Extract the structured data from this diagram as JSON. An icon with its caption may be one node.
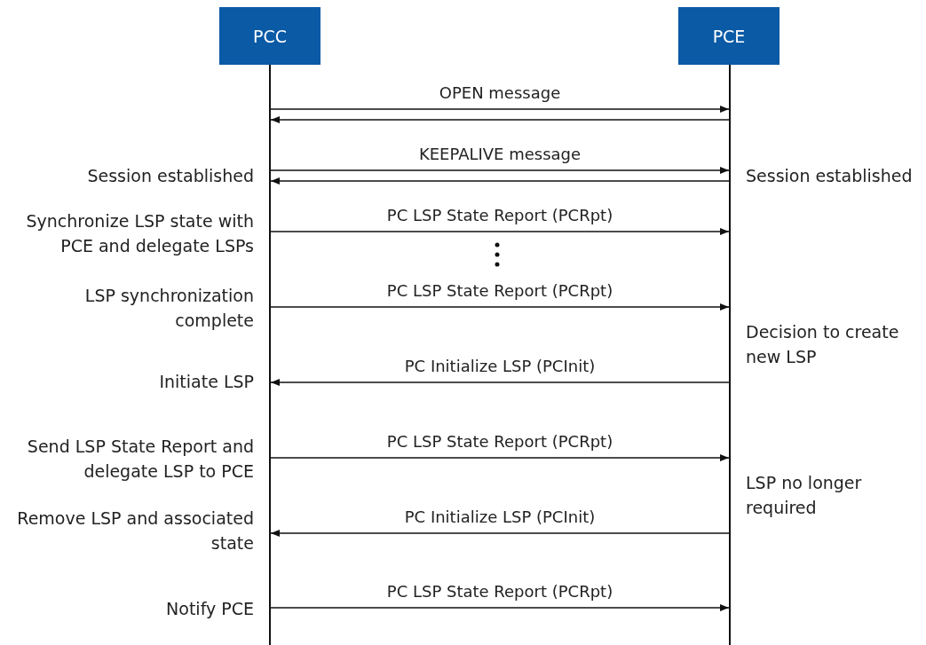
{
  "diagram": {
    "nodes": [
      {
        "text": [
          "PCC"
        ]
      },
      {
        "text": [
          "PCE"
        ]
      },
      {
        "text": [],
        "shape": "bar"
      },
      {
        "text": [],
        "shape": "bar"
      }
    ],
    "edges": [
      {
        "from": 2,
        "to": 3,
        "arrow": "to",
        "label": "OPEN message"
      },
      {
        "from": 3,
        "to": 2,
        "arrow": "to"
      },
      {
        "from": 2,
        "to": 3,
        "arrow": "to",
        "label": "KEEPALIVE message"
      },
      {
        "from": 3,
        "to": 2,
        "arrow": "to"
      },
      {
        "from": 2,
        "to": 3,
        "arrow": "to",
        "label": "PC LSP State Report (PCRpt)"
      },
      {
        "from": 2,
        "to": 3,
        "arrow": "to",
        "label": "PC LSP State Report (PCRpt)"
      },
      {
        "from": 3,
        "to": 2,
        "arrow": "to",
        "label": "PC Initialize LSP (PCInit)"
      },
      {
        "from": 2,
        "to": 3,
        "arrow": "to",
        "label": "PC LSP State Report (PCRpt)"
      },
      {
        "from": 3,
        "to": 2,
        "arrow": "to",
        "label": "PC Initialize LSP (PCInit)"
      },
      {
        "from": 2,
        "to": 3,
        "arrow": "to",
        "label": "PC LSP State Report (PCRpt)"
      }
    ],
    "labels": [
      "Session established",
      "Session established",
      "Synchronize LSP state with PCE and delegate LSPs",
      "LSP synchronization complete",
      "Decision to create new LSP",
      "Initiate LSP",
      "Send LSP State Report and delegate LSP to PCE",
      "LSP no longer required",
      "Remove LSP and associated state",
      "Notify PCE"
    ]
  }
}
